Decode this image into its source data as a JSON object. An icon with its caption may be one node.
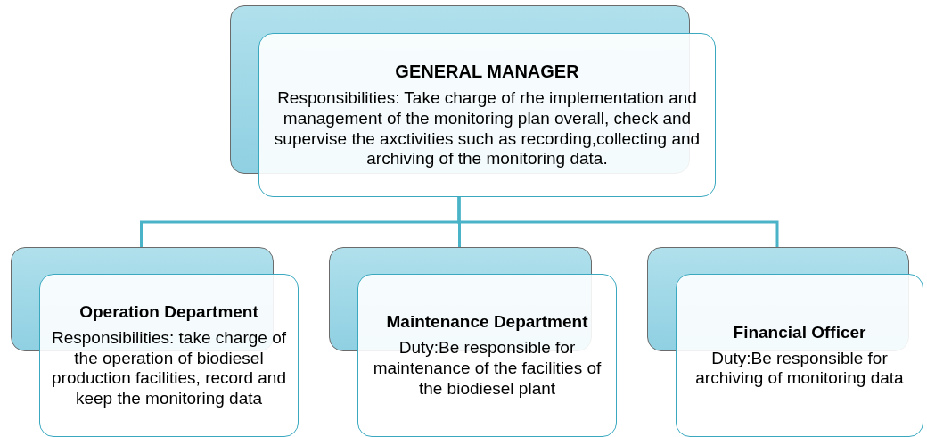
{
  "diagram": {
    "nodes": [
      {
        "text": [
          "GENERAL MANAGER",
          "Responsibilities: Take charge of rhe implementation and management of the monitoring plan overall, check and supervise the axctivities such as recording,collecting and archiving of the monitoring data."
        ]
      },
      {
        "text": [
          "Operation Department",
          "Responsibilities: take charge of the operation of biodiesel production facilities, record and keep the monitoring data"
        ]
      },
      {
        "text": [
          "Maintenance Department",
          "Duty:Be responsible for maintenance of the facilities of the biodiesel plant"
        ]
      },
      {
        "text": [
          "Financial Officer",
          "Duty:Be responsible for archiving of monitoring data"
        ]
      }
    ],
    "edges": [
      {
        "from": 0,
        "to": 1,
        "arrow": "none"
      },
      {
        "from": 0,
        "to": 2,
        "arrow": "none"
      },
      {
        "from": 0,
        "to": 3,
        "arrow": "none"
      }
    ]
  }
}
